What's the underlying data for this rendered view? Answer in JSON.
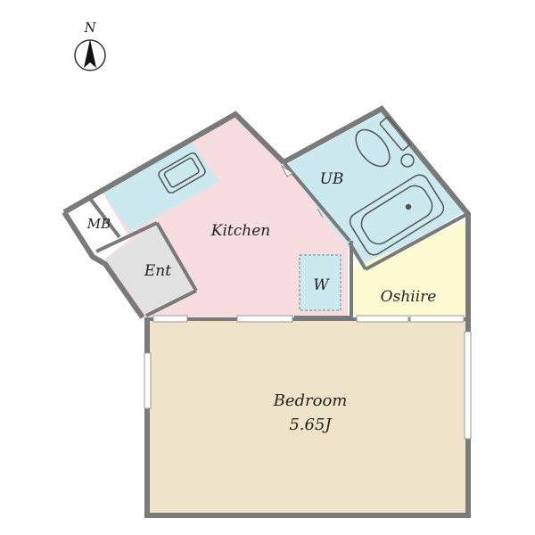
{
  "compass": {
    "label": "N"
  },
  "rooms": {
    "mb": {
      "label": "MB"
    },
    "kitchen": {
      "label": "Kitchen"
    },
    "ent": {
      "label": "Ent"
    },
    "ub": {
      "label": "UB"
    },
    "w": {
      "label": "W"
    },
    "oshiire": {
      "label": "Oshiire"
    },
    "bedroom": {
      "label": "Bedroom",
      "size": "5.65J"
    }
  },
  "colors": {
    "wall": "#7a7a7a",
    "kitchen": "#f8dde0",
    "wet_area": "#cde9f0",
    "oshiire": "#fdfbd2",
    "bedroom": "#efe4c9",
    "entrance": "#e2e2e2"
  }
}
